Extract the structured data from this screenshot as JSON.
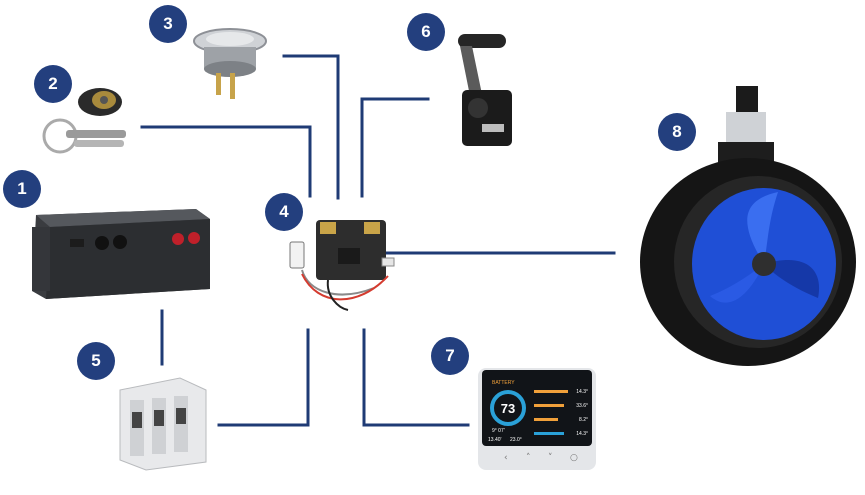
{
  "components": [
    {
      "id": "battery",
      "number": "1",
      "icon": "battery-icon"
    },
    {
      "id": "key-switch",
      "number": "2",
      "icon": "key-switch-icon"
    },
    {
      "id": "push-button",
      "number": "3",
      "icon": "push-button-icon"
    },
    {
      "id": "controller",
      "number": "4",
      "icon": "controller-icon"
    },
    {
      "id": "fuse-holder",
      "number": "5",
      "icon": "fuse-holder-icon"
    },
    {
      "id": "throttle-lever",
      "number": "6",
      "icon": "throttle-lever-icon"
    },
    {
      "id": "display",
      "number": "7",
      "icon": "display-icon"
    },
    {
      "id": "thruster",
      "number": "8",
      "icon": "thruster-icon"
    }
  ],
  "display_screen": {
    "big_value": "73",
    "header": "BATTERY",
    "rows": [
      "14.3°",
      "33.6°",
      "8.2°",
      "14.3°"
    ],
    "bottom_left": "13.40'",
    "bottom_right": "23.0°",
    "mid_left": "9° 07'"
  },
  "colors": {
    "wire": "#1f3b75",
    "badge": "#233f7e",
    "propeller": "#1f4fd6"
  }
}
